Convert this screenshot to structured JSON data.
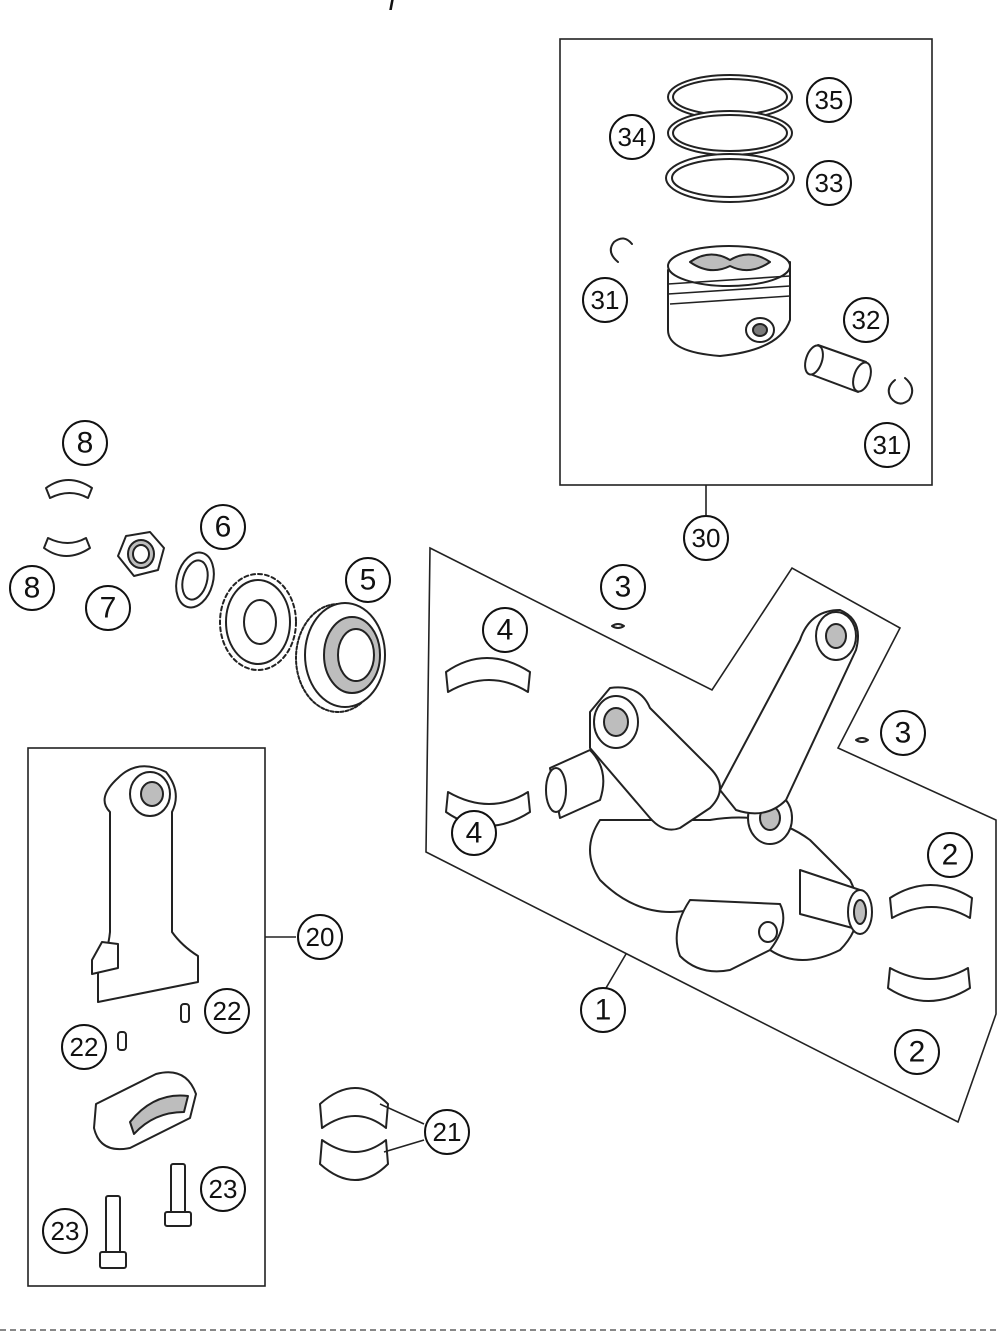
{
  "title_fragment": "/",
  "callouts": {
    "c1": "1",
    "c2": "2",
    "c3": "3",
    "c4": "4",
    "c5": "5",
    "c6": "6",
    "c7": "7",
    "c8": "8",
    "c20": "20",
    "c21": "21",
    "c22": "22",
    "c23": "23",
    "c30": "30",
    "c31": "31",
    "c32": "32",
    "c33": "33",
    "c34": "34",
    "c35": "35"
  },
  "colors": {
    "line": "#222222",
    "fill": "#ffffff",
    "shade": "#bdbdbd"
  }
}
